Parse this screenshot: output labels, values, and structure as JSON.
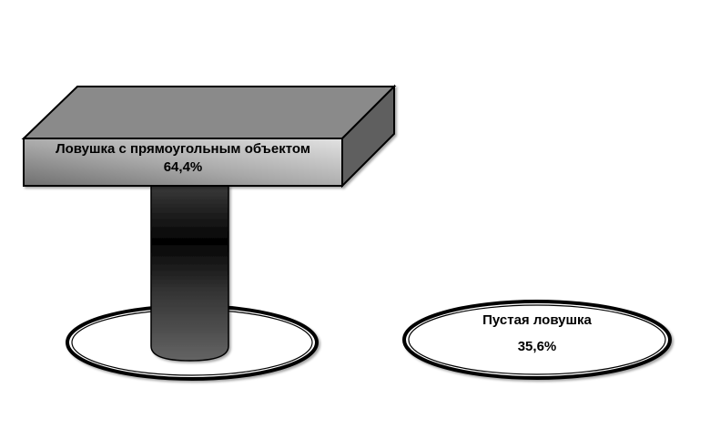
{
  "chart_data": {
    "type": "pie",
    "title": "",
    "categories": [
      "Ловушка с прямоугольным объектом",
      "Пустая ловушка"
    ],
    "values": [
      64.4,
      35.6
    ],
    "value_labels": [
      "64,4%",
      "35,6%"
    ],
    "unit": "%",
    "style": "3D pictorial: box on pillar (64,4%) vs. flat ellipse (35,6%)",
    "legend": "none (labels placed on shapes)"
  },
  "labels": {
    "box": {
      "name": "Ловушка с прямоугольным объектом",
      "value": "64,4%"
    },
    "ellipse": {
      "name": "Пустая ловушка",
      "value": "35,6%"
    }
  },
  "colors": {
    "box_top": "#8a8a8a",
    "box_front_light": "#d9d9d9",
    "box_front_dark": "#7a7a7a",
    "box_side": "#5e5e5e",
    "pillar_dark": "#050505",
    "pillar_light": "#6a6a6a",
    "outline": "#000000",
    "background": "#ffffff"
  }
}
